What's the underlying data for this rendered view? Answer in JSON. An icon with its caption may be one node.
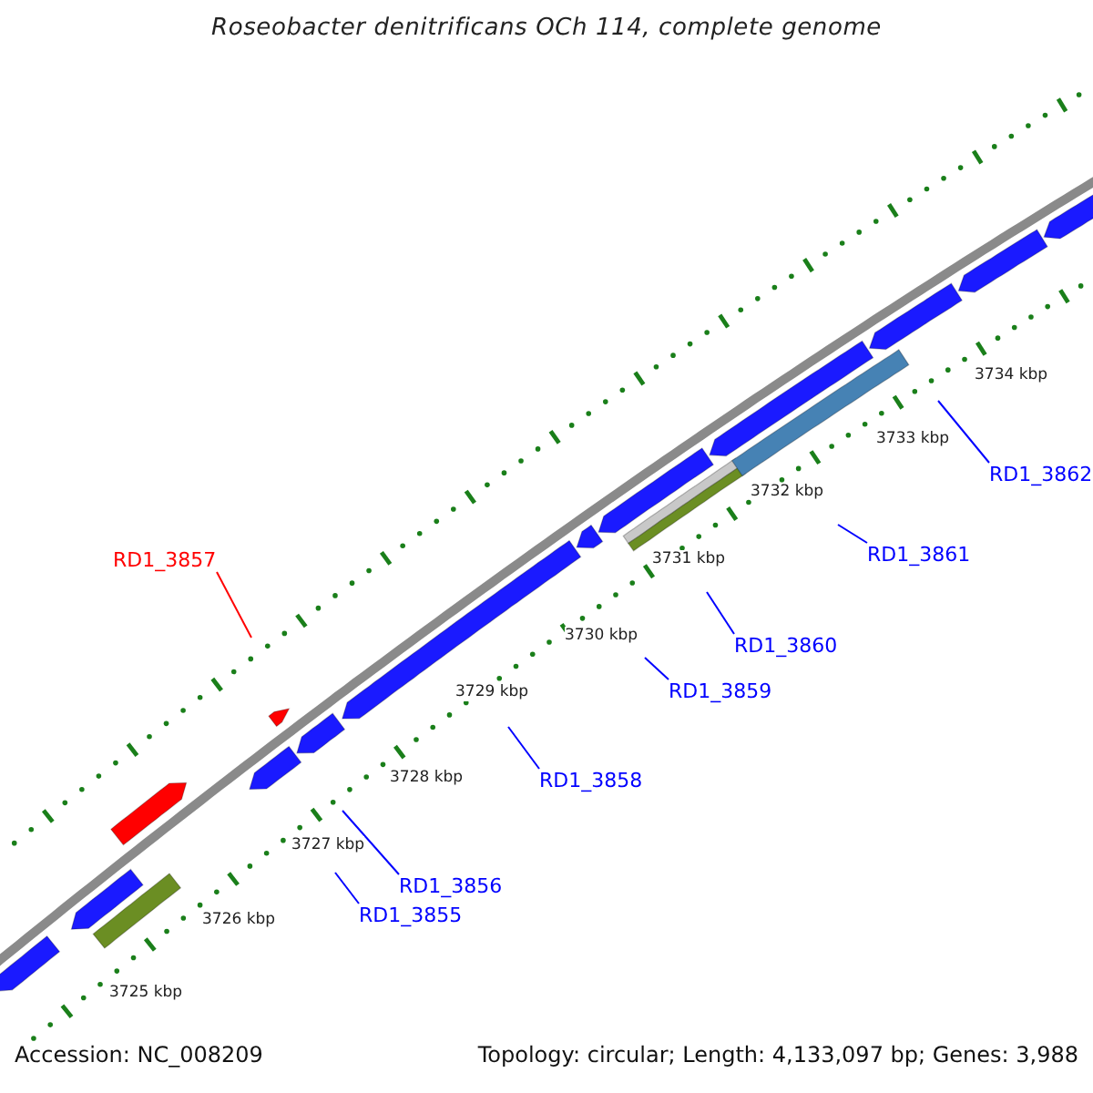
{
  "diagram": {
    "title": "Roseobacter denitrificans OCh 114, complete genome",
    "nodes": [
      {
        "text": [
          "RD1_3857"
        ]
      },
      {
        "text": [
          "RD1_3862"
        ]
      },
      {
        "text": [
          "RD1_3861"
        ]
      },
      {
        "text": [
          "RD1_3860"
        ]
      },
      {
        "text": [
          "RD1_3859"
        ]
      },
      {
        "text": [
          "RD1_3858"
        ]
      },
      {
        "text": [
          "RD1_3856"
        ]
      },
      {
        "text": [
          "RD1_3855"
        ]
      }
    ],
    "edges": [
      {
        "from": 0,
        "to": null,
        "arrow": "none",
        "color": "#ff0000"
      },
      {
        "from": 1,
        "to": null,
        "arrow": "none"
      },
      {
        "from": 2,
        "to": null,
        "arrow": "none"
      },
      {
        "from": 3,
        "to": null,
        "arrow": "none"
      },
      {
        "from": 4,
        "to": null,
        "arrow": "none"
      },
      {
        "from": 5,
        "to": null,
        "arrow": "none"
      },
      {
        "from": 6,
        "to": null,
        "arrow": "none"
      },
      {
        "from": 7,
        "to": null,
        "arrow": "none"
      }
    ],
    "labels": [
      "3734 kbp",
      "3733 kbp",
      "3732 kbp",
      "3731 kbp",
      "3730 kbp",
      "3729 kbp",
      "3728 kbp",
      "3727 kbp",
      "3726 kbp",
      "3725 kbp",
      "Accession: NC_008209",
      "Topology: circular; Length: 4,133,097 bp; Genes: 3,988"
    ]
  }
}
